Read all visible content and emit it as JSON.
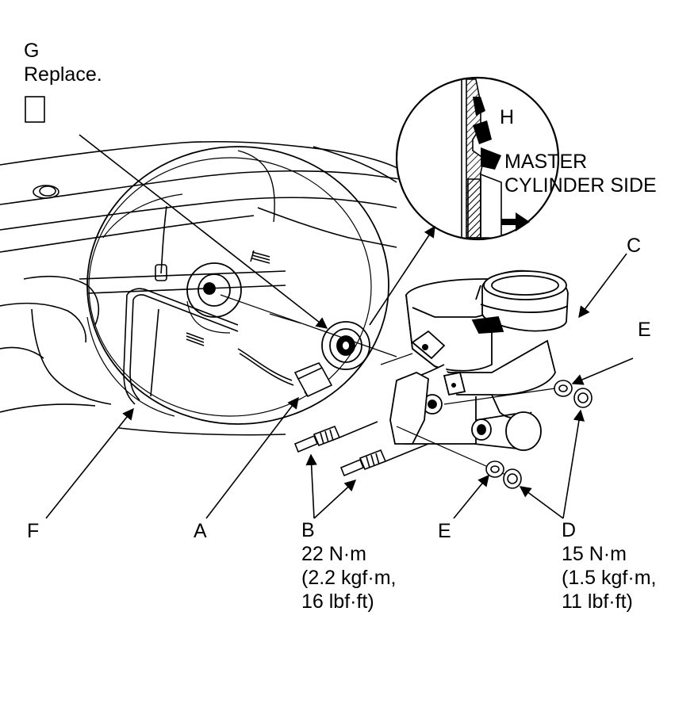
{
  "callouts": {
    "g_letter": "G",
    "g_note": "Replace.",
    "h_letter": "H",
    "detail_line1": "MASTER",
    "detail_line2": "CYLINDER SIDE",
    "c_letter": "C",
    "e_letter_right": "E",
    "e_letter_bottom": "E",
    "f_letter": "F",
    "a_letter": "A",
    "b_letter": "B",
    "d_letter": "D"
  },
  "torque_b": {
    "line1": "22 N·m",
    "line2": "(2.2 kgf·m,",
    "line3": "16 lbf·ft)"
  },
  "torque_d": {
    "line1": "15 N·m",
    "line2": "(1.5 kgf·m,",
    "line3": "11 lbf·ft)"
  },
  "colors": {
    "ink": "#000000",
    "paper": "#ffffff"
  }
}
